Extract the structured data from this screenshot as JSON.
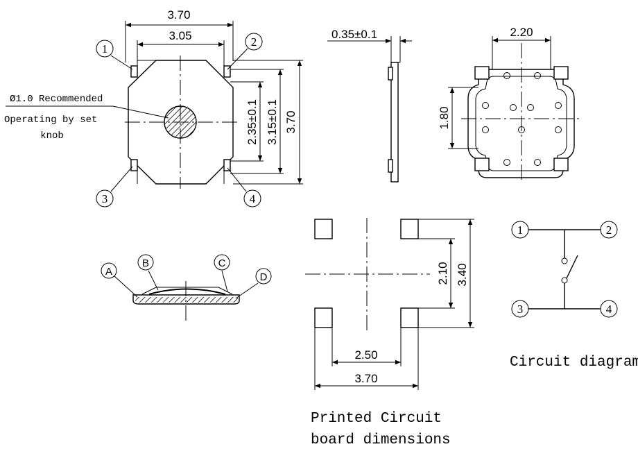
{
  "top_view": {
    "dim_width_outer": "3.70",
    "dim_width_inner": "3.05",
    "dim_height_a": "2.35±0.1",
    "dim_height_b": "3.15±0.1",
    "dim_height_c": "3.70",
    "pins": [
      "1",
      "2",
      "3",
      "4"
    ],
    "knob_note_1": "Ø1.0 Recommended",
    "knob_note_2": "Operating by set",
    "knob_note_3": "knob"
  },
  "side_view": {
    "dim_thickness": "0.35±0.1"
  },
  "bottom_view": {
    "dim_width": "2.20",
    "dim_height": "1.80"
  },
  "section_view": {
    "labels": [
      "A",
      "B",
      "C",
      "D"
    ]
  },
  "pcb": {
    "dim_inner_height": "2.10",
    "dim_outer_height": "3.40",
    "dim_inner_width": "2.50",
    "dim_outer_width": "3.70",
    "caption_1": "Printed Circuit",
    "caption_2": "board dimensions"
  },
  "circuit": {
    "pins": [
      "1",
      "2",
      "3",
      "4"
    ],
    "caption": "Circuit diagram"
  }
}
